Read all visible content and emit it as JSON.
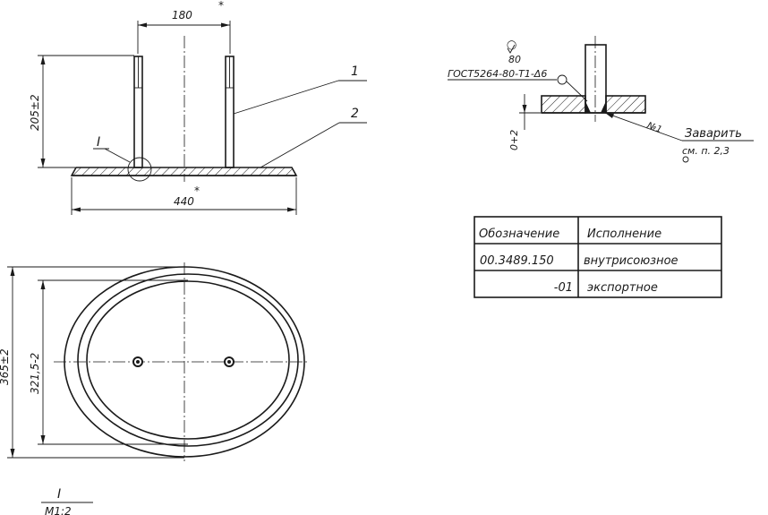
{
  "front_view": {
    "dim_top": "180",
    "dim_top_mark": "*",
    "dim_height": "205±2",
    "dim_bottom": "440",
    "dim_bottom_mark": "*",
    "detail_ref": "I",
    "callout_1": "1",
    "callout_2": "2"
  },
  "plan_view": {
    "dim_outer": "365±2",
    "dim_inner": "321,5-2"
  },
  "detail_view": {
    "roughness": "80",
    "weld_spec": "ГОСТ5264-80-Т1-Δ6",
    "dim_gap": "0+2",
    "weld_no": "№1",
    "weld_note": "Заварить",
    "weld_ref": "см. п. 2,3"
  },
  "table": {
    "headers": [
      "Обозначение",
      "Исполнение"
    ],
    "rows": [
      [
        "00.3489.150",
        "внутрисоюзное"
      ],
      [
        "-01",
        "экспортное"
      ]
    ]
  },
  "detail_label": {
    "name": "I",
    "scale": "М1:2"
  }
}
